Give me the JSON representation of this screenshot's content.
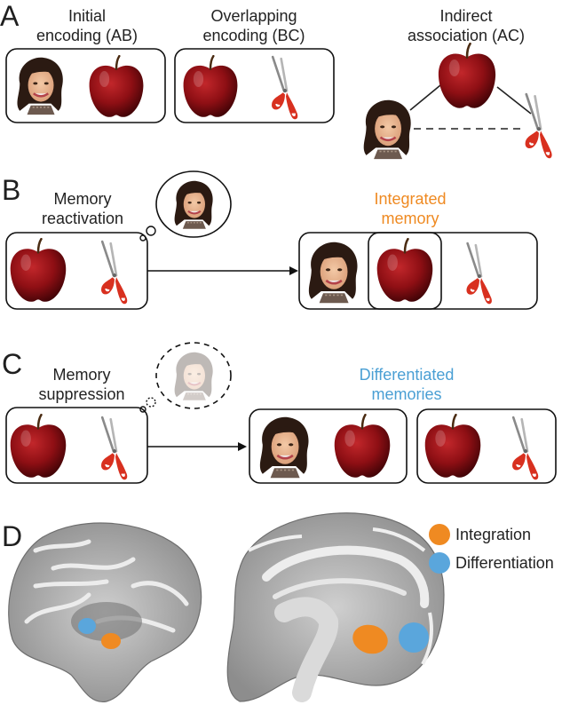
{
  "panels": {
    "A": {
      "letter": "A",
      "initial": {
        "line1": "Initial",
        "line2": "encoding (AB)"
      },
      "overlap": {
        "line1": "Overlapping",
        "line2": "encoding (BC)"
      },
      "indirect": {
        "line1": "Indirect",
        "line2": "association (AC)"
      }
    },
    "B": {
      "letter": "B",
      "reactivation": {
        "line1": "Memory",
        "line2": "reactivation"
      },
      "integrated": {
        "line1": "Integrated",
        "line2": "memory"
      }
    },
    "C": {
      "letter": "C",
      "suppression": {
        "line1": "Memory",
        "line2": "suppression"
      },
      "differentiated": {
        "line1": "Differentiated",
        "line2": "memories"
      }
    },
    "D": {
      "letter": "D",
      "legend": [
        {
          "label": "Integration",
          "color": "#ef8a22"
        },
        {
          "label": "Differentiation",
          "color": "#5aa6dc"
        }
      ]
    }
  },
  "colors": {
    "integrated_text": "#ef8a22",
    "differentiated_text": "#4a9fd4",
    "apple": "#8e0f14",
    "scissors": "#d8301f"
  },
  "icons": [
    "face-icon",
    "apple-icon",
    "scissors-icon",
    "thought-bubble-icon",
    "brain-sagittal-icon"
  ]
}
